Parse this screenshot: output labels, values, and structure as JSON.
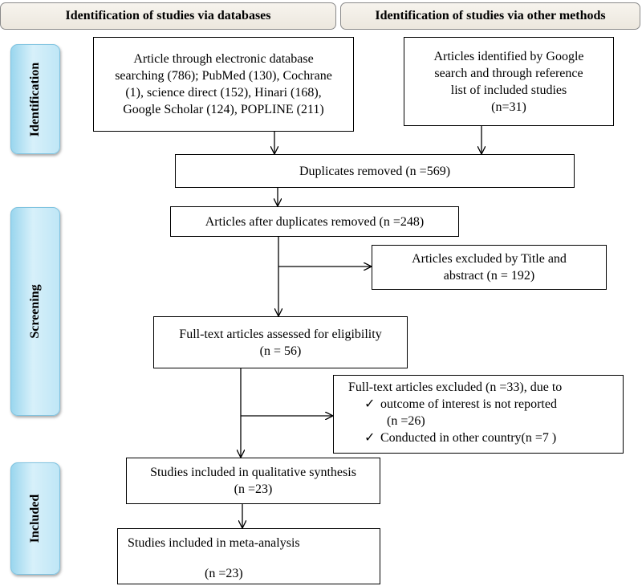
{
  "headers": {
    "databases": "Identification of studies via databases",
    "other": "Identification of studies via other methods"
  },
  "phases": {
    "identification": "Identification",
    "screening": "Screening",
    "included": "Included"
  },
  "boxes": {
    "database_search": [
      "Article through electronic database",
      "searching (786); PubMed (130), Cochrane",
      "(1), science direct (152), Hinari (168),",
      "Google Scholar (124), POPLINE (211)"
    ],
    "other_search": [
      "Articles identified by Google",
      "search and through reference",
      "list of included studies",
      "(n=31)"
    ],
    "duplicates_removed": "Duplicates removed (n =569)",
    "after_duplicates": "Articles after duplicates removed (n =248)",
    "excluded_title": [
      "Articles excluded by Title and",
      "abstract (n = 192)"
    ],
    "fulltext_assessed": [
      "Full-text articles assessed for eligibility",
      "(n = 56)"
    ],
    "fulltext_excluded": {
      "title": "Full-text articles excluded (n =33), due to",
      "reason1": "outcome of interest is not reported",
      "reason1_n": "(n =26)",
      "reason2": "Conducted in other country(n =7 )",
      "check": "✓"
    },
    "qualitative": [
      "Studies included in qualitative synthesis",
      "(n =23)"
    ],
    "meta_analysis": [
      "Studies included in meta-analysis",
      "(n =23)"
    ]
  }
}
